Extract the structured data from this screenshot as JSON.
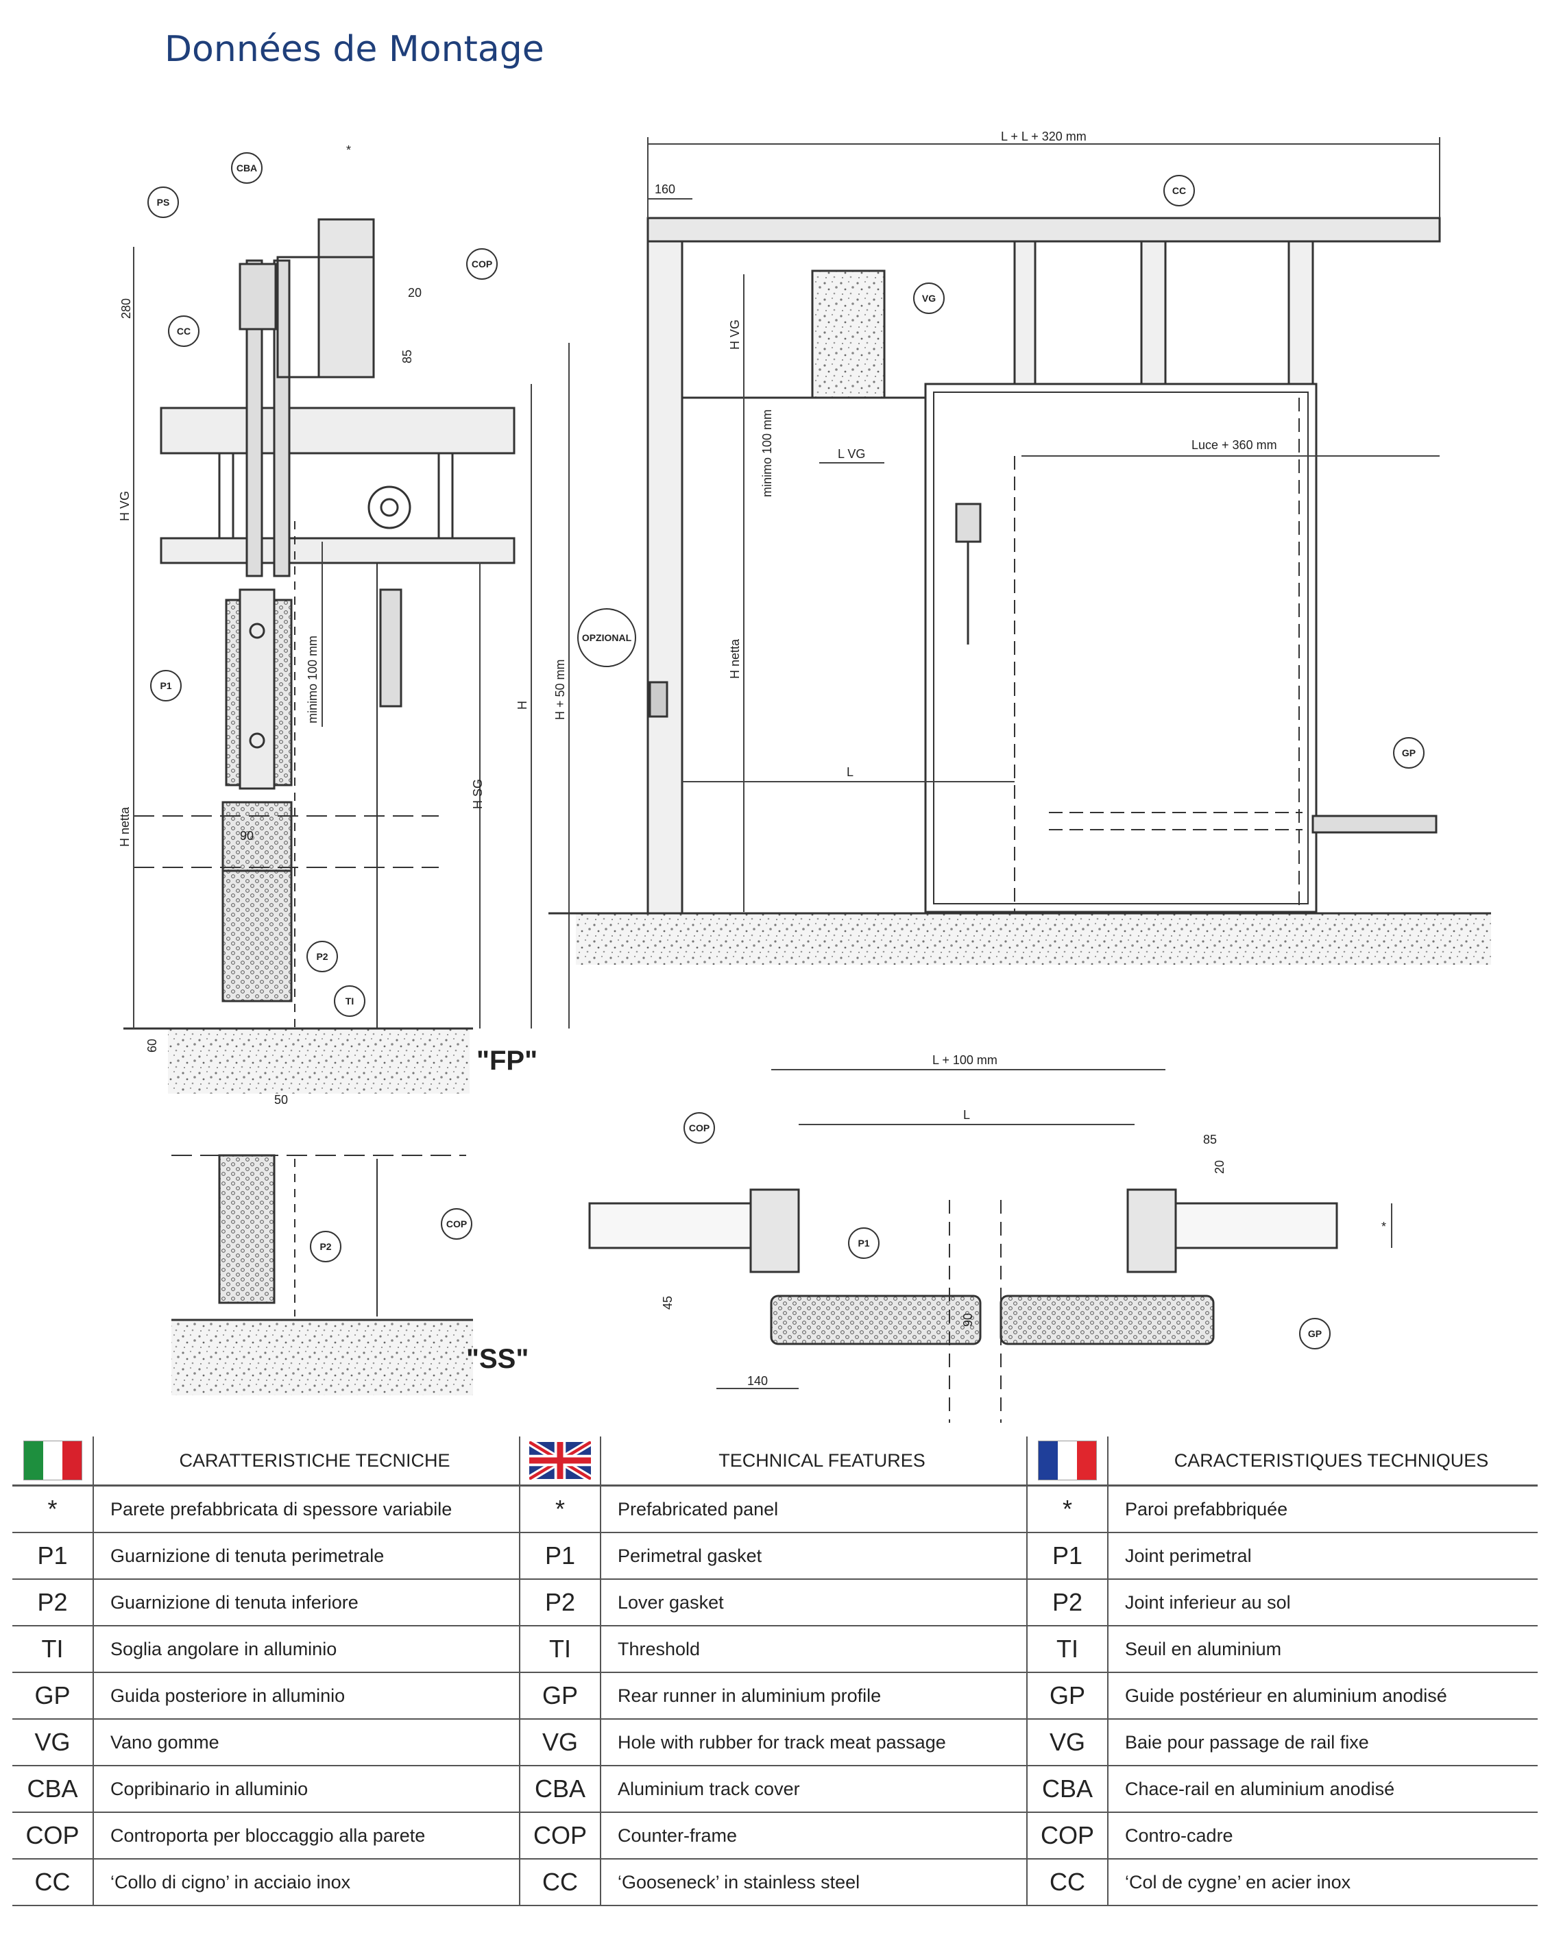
{
  "title": "Données de Montage",
  "callouts": {
    "cba": "CBA",
    "ps": "PS",
    "cc": "CC",
    "cop": "COP",
    "p1": "P1",
    "p2": "P2",
    "ti": "TI",
    "vg": "VG",
    "gp": "GP",
    "opzional": "OPZIONAL"
  },
  "dimensions": {
    "star": "*",
    "d280": "280",
    "d20": "20",
    "d85": "85",
    "hvg": "H VG",
    "minimo": "minimo 100 mm",
    "h": "H",
    "h50": "H + 50 mm",
    "hsg": "H SG",
    "hnetta": "H netta",
    "d90": "90",
    "d60": "60",
    "d50": "50",
    "top_total": "L + L + 320 mm",
    "d160": "160",
    "lvg": "L VG",
    "luce": "Luce + 360 mm",
    "l": "L",
    "l100": "L + 100 mm",
    "d45": "45",
    "d140": "140"
  },
  "section_labels": {
    "fp": "\"FP\"",
    "ss": "\"SS\""
  },
  "flags": {
    "it": [
      "#1e8f3e",
      "#ffffff",
      "#d8212c"
    ],
    "fr": [
      "#1f3f9a",
      "#ffffff",
      "#e0262d"
    ]
  },
  "table": {
    "headers": {
      "it": "CARATTERISTICHE TECNICHE",
      "en": "TECHNICAL FEATURES",
      "fr": "CARACTERISTIQUES TECHNIQUES"
    },
    "rows": [
      {
        "code": "*",
        "it": "Parete prefabbricata di spessore variabile",
        "en": "Prefabricated panel",
        "fr": "Paroi prefabbriquée"
      },
      {
        "code": "P1",
        "it": "Guarnizione di tenuta perimetrale",
        "en": "Perimetral gasket",
        "fr": "Joint perimetral"
      },
      {
        "code": "P2",
        "it": "Guarnizione di tenuta inferiore",
        "en": "Lover gasket",
        "fr": "Joint inferieur au sol"
      },
      {
        "code": "TI",
        "it": "Soglia angolare in alluminio",
        "en": "Threshold",
        "fr": "Seuil en aluminium"
      },
      {
        "code": "GP",
        "it": "Guida posteriore in alluminio",
        "en": "Rear runner in aluminium profile",
        "fr": "Guide postérieur en aluminium anodisé"
      },
      {
        "code": "VG",
        "it": "Vano gomme",
        "en": "Hole with rubber for track meat passage",
        "fr": "Baie pour passage de rail fixe"
      },
      {
        "code": "CBA",
        "it": "Copribinario in alluminio",
        "en": "Aluminium track cover",
        "fr": "Chace-rail en aluminium anodisé"
      },
      {
        "code": "COP",
        "it": "Controporta per bloccaggio alla parete",
        "en": "Counter-frame",
        "fr": "Contro-cadre"
      },
      {
        "code": "CC",
        "it": "‘Collo di cigno’ in acciaio inox",
        "en": "‘Gooseneck’ in stainless steel",
        "fr": "‘Col de cygne’ en acier inox"
      }
    ]
  }
}
